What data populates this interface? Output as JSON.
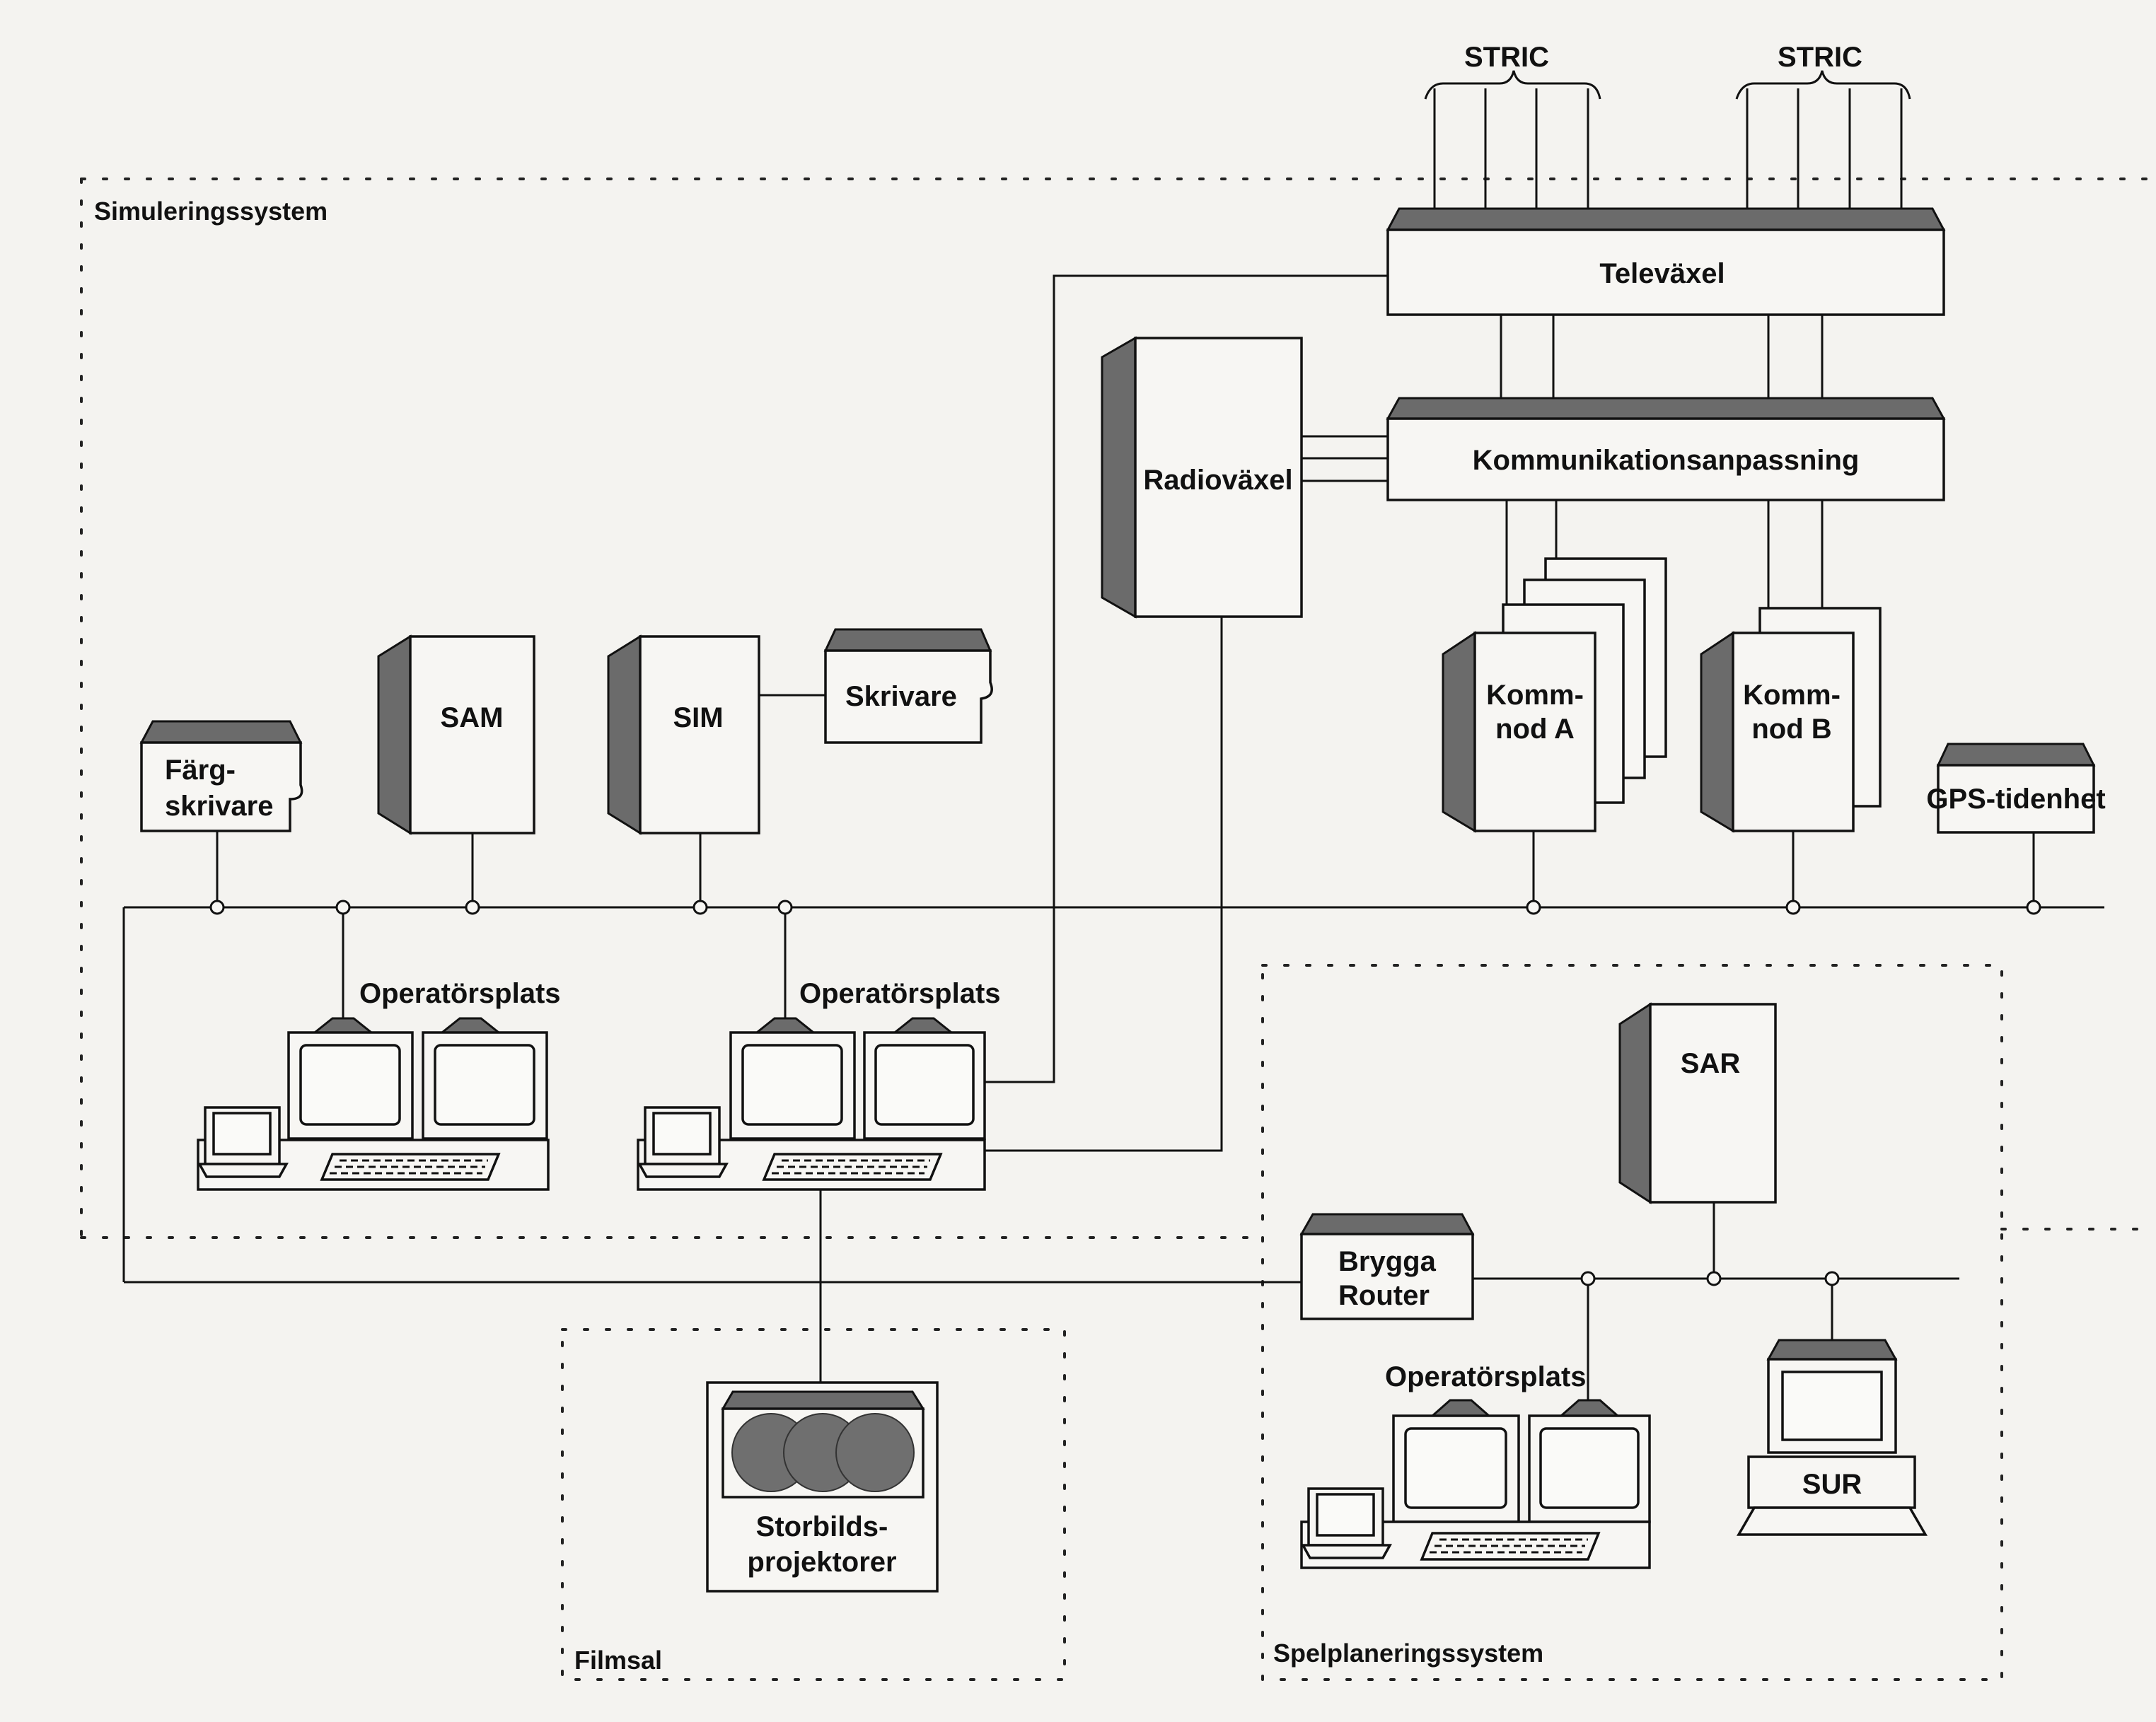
{
  "regions": {
    "simulation": "Simuleringssystem",
    "cinema": "Filmsal",
    "game_planning": "Spelplaneringssystem"
  },
  "devices": {
    "stric_left": "STRIC",
    "stric_right": "STRIC",
    "telephone_exchange": "Televäxel",
    "comm_adapter": "Kommunikationsanpassning",
    "radio_exchange": "Radioväxel",
    "comm_node_a": [
      "Komm-",
      "nod A"
    ],
    "comm_node_b": [
      "Komm-",
      "nod B"
    ],
    "gps_unit": "GPS-tidenhet",
    "color_printer": [
      "Färg-",
      "skrivare"
    ],
    "sam": "SAM",
    "sim": "SIM",
    "printer": "Skrivare",
    "operator_station_1": "Operatörsplats",
    "operator_station_2": "Operatörsplats",
    "operator_station_3": "Operatörsplats",
    "sar": "SAR",
    "bridge_router": [
      "Brygga",
      "Router"
    ],
    "sur": "SUR",
    "projectors": [
      "Storbilds-",
      "projektorer"
    ]
  }
}
